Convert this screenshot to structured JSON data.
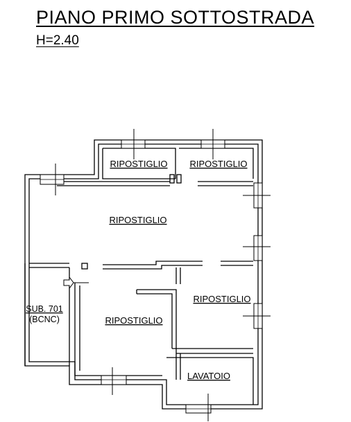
{
  "header": {
    "title": "PIANO PRIMO SOTTOSTRADA",
    "height": "H=2.40"
  },
  "rooms": {
    "ripostiglio_left_top": "RIPOSTIGLIO",
    "ripostiglio_right_top": "RIPOSTIGLIO",
    "ripostiglio_main": "RIPOSTIGLIO",
    "ripostiglio_east": "RIPOSTIGLIO",
    "ripostiglio_south": "RIPOSTIGLIO",
    "lavatoio": "LAVATOIO"
  },
  "adjacent_unit": {
    "label": "SUB. 701",
    "note": "(BCNC)"
  }
}
